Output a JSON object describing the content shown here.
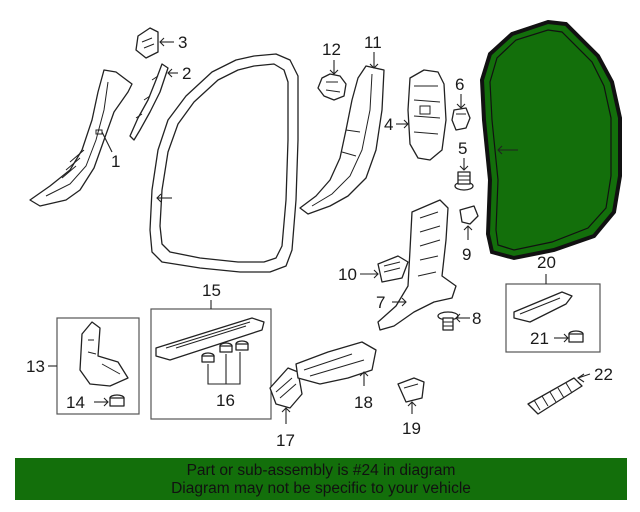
{
  "colors": {
    "highlight_fill": "#136f0b",
    "banner_bg": "#136f0b",
    "line": "#222222"
  },
  "callouts": {
    "p1": "1",
    "p2": "2",
    "p3": "3",
    "p4": "4",
    "p5": "5",
    "p6": "6",
    "p7": "7",
    "p8": "8",
    "p9": "9",
    "p10": "10",
    "p11": "11",
    "p12": "12",
    "p13": "13",
    "p14": "14",
    "p15": "15",
    "p16": "16",
    "p17": "17",
    "p18": "18",
    "p19": "19",
    "p20": "20",
    "p21": "21",
    "p22": "22"
  },
  "highlighted_part": "24",
  "banner": {
    "line1": "Part or sub-assembly is #24 in diagram",
    "line2": "Diagram may not be specific to your vehicle"
  }
}
